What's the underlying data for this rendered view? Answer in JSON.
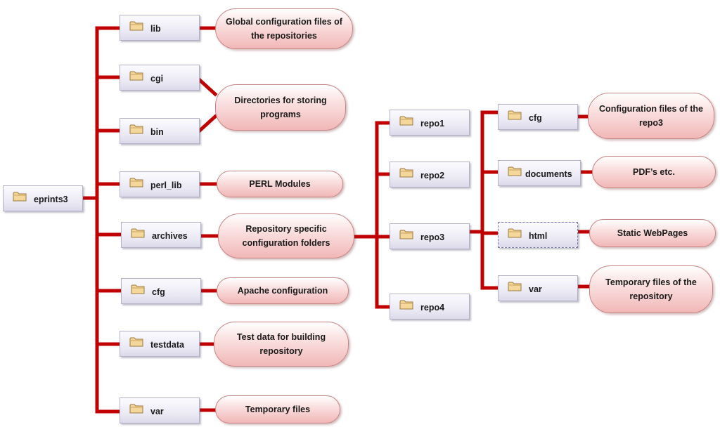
{
  "folders": {
    "eprints3": "eprints3",
    "lib": "lib",
    "cgi": "cgi",
    "bin": "bin",
    "perl_lib": "perl_lib",
    "archives": "archives",
    "cfg": "cfg",
    "testdata": "testdata",
    "var": "var",
    "repo1": "repo1",
    "repo2": "repo2",
    "repo3": "repo3",
    "repo4": "repo4",
    "repo3_cfg": "cfg",
    "repo3_documents": "documents",
    "repo3_html": "html",
    "repo3_var": "var"
  },
  "descriptions": {
    "lib": "Global configuration files of the repositories",
    "cgi_bin": "Directories for storing programs",
    "perl_lib": "PERL Modules",
    "archives": "Repository specific configuration folders",
    "cfg": "Apache configuration",
    "testdata": "Test data for building repository",
    "var": "Temporary files",
    "repo3_cfg": "Configuration files of the repo3",
    "repo3_documents": "PDF’s etc.",
    "repo3_html": "Static WebPages",
    "repo3_var": "Temporary files of the repository"
  },
  "colors": {
    "connector": "#c00000",
    "folder_icon": "#e8c27a",
    "pill_fill": "#f1b7b7"
  },
  "icons": {
    "folder": "folder-icon"
  }
}
